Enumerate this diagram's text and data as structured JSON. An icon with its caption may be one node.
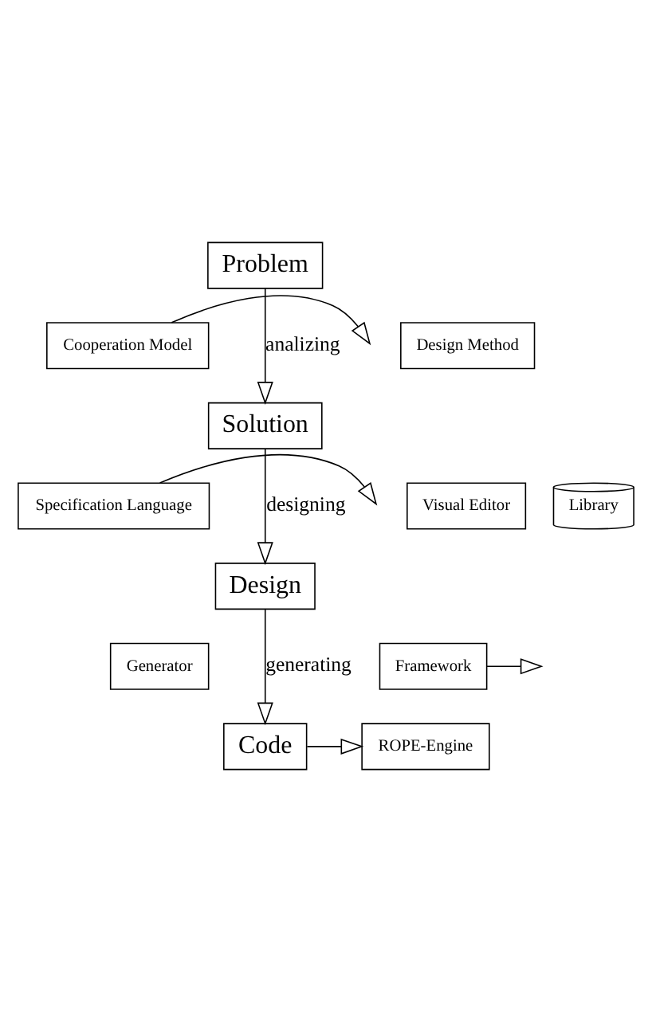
{
  "diagram": {
    "nodes": [
      {
        "text": [
          "Problem"
        ]
      },
      {
        "text": [
          "Cooperation Model"
        ]
      },
      {
        "text": [
          "Design Method"
        ]
      },
      {
        "text": [
          "Solution"
        ]
      },
      {
        "text": [
          "Specification Language"
        ]
      },
      {
        "text": [
          "Visual Editor"
        ]
      },
      {
        "text": [
          "Library"
        ]
      },
      {
        "text": [
          "Design"
        ]
      },
      {
        "text": [
          "Generator"
        ]
      },
      {
        "text": [
          "Framework"
        ]
      },
      {
        "text": [
          "Code"
        ]
      },
      {
        "text": [
          "ROPE-Engine"
        ]
      }
    ],
    "edges": [
      {
        "from": 0,
        "to": 3,
        "label": "analizing",
        "arrow": "to"
      },
      {
        "from": 1,
        "to": null,
        "arrow": "to"
      },
      {
        "from": 3,
        "to": 7,
        "label": "designing",
        "arrow": "to"
      },
      {
        "from": 4,
        "to": null,
        "arrow": "to"
      },
      {
        "from": 7,
        "to": 10,
        "label": "generating",
        "arrow": "to"
      },
      {
        "from": 9,
        "to": null,
        "arrow": "to"
      },
      {
        "from": 10,
        "to": 11,
        "arrow": "to"
      }
    ]
  }
}
